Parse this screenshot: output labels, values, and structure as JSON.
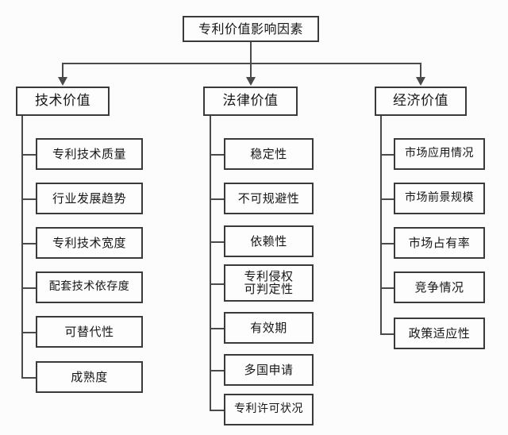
{
  "diagram": {
    "title": "专利价值影响因素",
    "root": {
      "label": "专利价值影响因素"
    },
    "branches": [
      {
        "label": "技术价值",
        "children": [
          {
            "label": "专利技术质量"
          },
          {
            "label": "行业发展趋势"
          },
          {
            "label": "专利技术宽度"
          },
          {
            "label": "配套技术依存度"
          },
          {
            "label": "可替代性"
          },
          {
            "label": "成熟度"
          }
        ]
      },
      {
        "label": "法律价值",
        "children": [
          {
            "label": "稳定性"
          },
          {
            "label": "不可规避性"
          },
          {
            "label": "依赖性"
          },
          {
            "label": "专利侵权\n可判定性"
          },
          {
            "label": "有效期"
          },
          {
            "label": "多国申请"
          },
          {
            "label": "专利许可状况"
          }
        ]
      },
      {
        "label": "经济价值",
        "children": [
          {
            "label": "市场应用情况"
          },
          {
            "label": "市场前景规模"
          },
          {
            "label": "市场占有率"
          },
          {
            "label": "竞争情况"
          },
          {
            "label": "政策适应性"
          }
        ]
      }
    ],
    "colors": {
      "background": "#fcfcfc",
      "box_fill": "#fdfdfd",
      "box_border": "#3a3a3a",
      "connector": "#4a4a4a",
      "text": "#161616"
    }
  }
}
